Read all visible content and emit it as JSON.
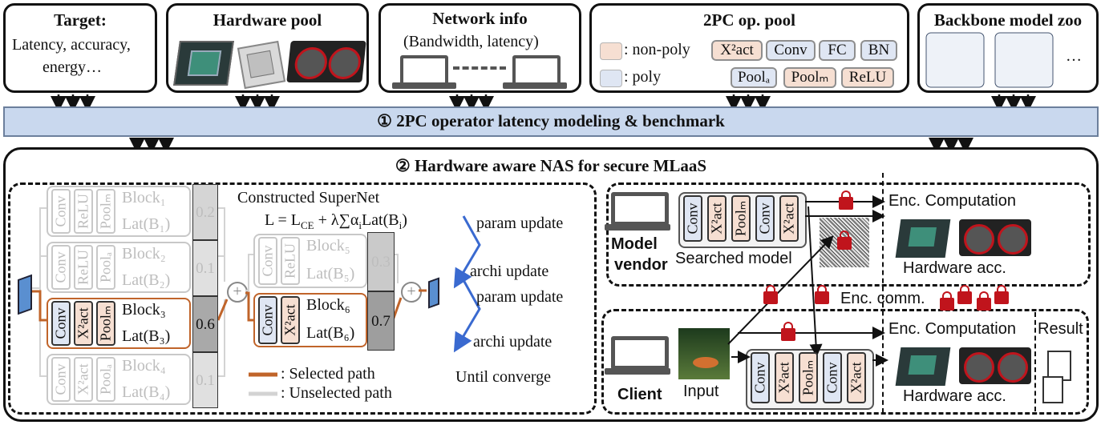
{
  "top_boxes": {
    "target": {
      "title": "Target:",
      "lines": [
        "Latency, accuracy,",
        "energy…"
      ]
    },
    "hardware_pool": {
      "title": "Hardware pool"
    },
    "network_info": {
      "title": "Network info",
      "subtitle": "(Bandwidth, latency)"
    },
    "op_pool": {
      "title": "2PC op. pool",
      "legend_nonpoly": ": non-poly",
      "legend_poly": ": poly",
      "ops": [
        {
          "label": "X²act",
          "kind": "nonpoly"
        },
        {
          "label": "Conv",
          "kind": "poly"
        },
        {
          "label": "FC",
          "kind": "poly"
        },
        {
          "label": "BN",
          "kind": "poly"
        },
        {
          "label": "Poolₐ",
          "kind": "poly"
        },
        {
          "label": "Poolₘ",
          "kind": "nonpoly"
        },
        {
          "label": "ReLU",
          "kind": "nonpoly"
        }
      ]
    },
    "model_zoo": {
      "title": "Backbone model zoo",
      "ellipsis": "…"
    }
  },
  "step1": "① 2PC operator latency modeling & benchmark",
  "step2": "② Hardware aware NAS for secure MLaaS",
  "supernet": {
    "title": "Constructed SuperNet",
    "loss": "L = L",
    "loss_sub": "CE",
    "loss_rest": " + λ∑α",
    "loss_sub2": "i",
    "loss_end": "Lat(B",
    "loss_sub3": "i",
    "loss_close": ")",
    "blocks": [
      {
        "name": "Block₁",
        "lat": "Lat(B₁)",
        "ops": [
          "Conv",
          "ReLU",
          "Poolₘ"
        ],
        "weight": "0.2",
        "selected": false
      },
      {
        "name": "Block₂",
        "lat": "Lat(B₂)",
        "ops": [
          "Conv",
          "ReLU",
          "Poolₐ"
        ],
        "weight": "0.1",
        "selected": false
      },
      {
        "name": "Block₃",
        "lat": "Lat(B₃)",
        "ops": [
          "Conv",
          "X²act",
          "Poolₘ"
        ],
        "weight": "0.6",
        "selected": true
      },
      {
        "name": "Block₄",
        "lat": "Lat(B₄)",
        "ops": [
          "Conv",
          "X²act",
          "Poolₐ"
        ],
        "weight": "0.1",
        "selected": false
      }
    ],
    "blocks2": [
      {
        "name": "Block₅",
        "lat": "Lat(B₅)",
        "ops": [
          "Conv",
          "ReLU"
        ],
        "weight": "0.3",
        "selected": false
      },
      {
        "name": "Block₆",
        "lat": "Lat(B₆)",
        "ops": [
          "Conv",
          "X²act"
        ],
        "weight": "0.7",
        "selected": true
      }
    ],
    "legend_selected": ": Selected path",
    "legend_unselected": ": Unselected path"
  },
  "updates": [
    "param update",
    "archi update",
    "param update",
    "archi update"
  ],
  "until": "Until converge",
  "secure": {
    "model_vendor": [
      "Model",
      "vendor"
    ],
    "searched_model": "Searched model",
    "searched_ops": [
      "Conv",
      "X²act",
      "Poolₘ",
      "Conv",
      "X²act"
    ],
    "enc_computation": "Enc. Computation",
    "hardware_acc": "Hardware acc.",
    "enc_comm": "Enc. comm.",
    "client": "Client",
    "input": "Input",
    "result": "Result",
    "enc_computation2": "Enc. Computation",
    "hardware_acc2": "Hardware acc."
  }
}
